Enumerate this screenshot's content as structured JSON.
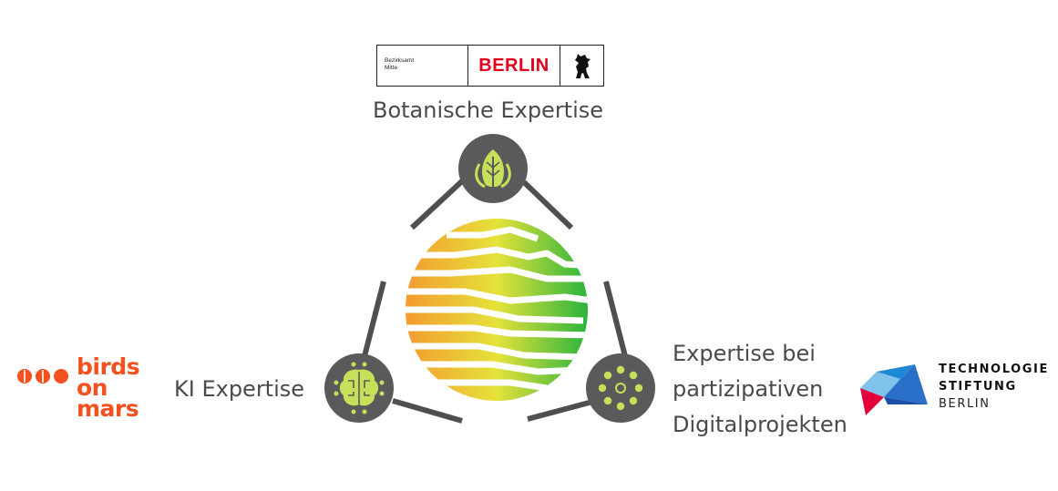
{
  "top_logo": {
    "district_line1": "Bezirksamt",
    "district_line2": "Mitte",
    "wordmark": "BERLIN",
    "accent_color": "#e2001a"
  },
  "labels": {
    "botanical": "Botanische Expertise",
    "ai": "KI Expertise",
    "participatory_line1": "Expertise bei",
    "participatory_line2": "partizipativen",
    "participatory_line3": "Digitalprojekten"
  },
  "nodes": {
    "top_icon": "leaf-icon",
    "left_icon": "brain-circuit-icon",
    "right_icon": "participation-circle-icon",
    "node_color": "#5a5a5a",
    "icon_color": "#c6e05a"
  },
  "center": {
    "icon": "gradient-globe-icon",
    "gradient_colors": [
      "#f39b2f",
      "#e8e23a",
      "#2bb43d"
    ]
  },
  "left_logo": {
    "line1": "birds",
    "line2": "on",
    "line3": "mars",
    "color": "#f4511e"
  },
  "right_logo": {
    "line1": "TECHNOLOGIE",
    "line2": "STIFTUNG",
    "line3": "BERLIN"
  }
}
